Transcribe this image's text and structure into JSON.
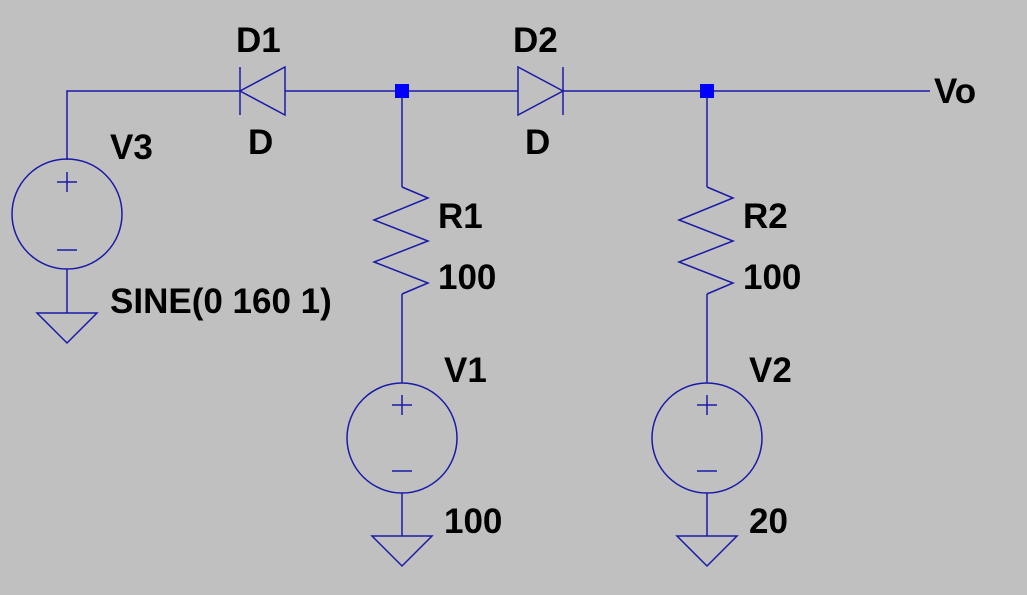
{
  "colors": {
    "background": "#c0c0c0",
    "wire": "#1a1aa8",
    "junction": "#0000ff",
    "text": "#000000"
  },
  "components": {
    "d1": {
      "name": "D1",
      "model": "D"
    },
    "d2": {
      "name": "D2",
      "model": "D"
    },
    "r1": {
      "name": "R1",
      "value": "100"
    },
    "r2": {
      "name": "R2",
      "value": "100"
    },
    "v1": {
      "name": "V1",
      "value": "100"
    },
    "v2": {
      "name": "V2",
      "value": "20"
    },
    "v3": {
      "name": "V3",
      "value": "SINE(0 160 1)"
    }
  },
  "nets": {
    "output": "Vo"
  }
}
